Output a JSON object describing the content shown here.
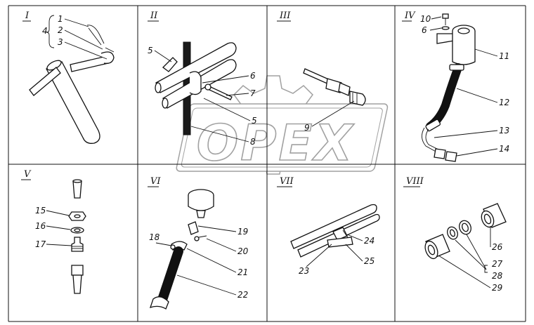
{
  "panels": {
    "p1": {
      "roman": "I",
      "labels": {
        "l1": "1",
        "l2": "2",
        "l3": "3",
        "l4": "4"
      }
    },
    "p2": {
      "roman": "II",
      "labels": {
        "l5a": "5",
        "l6": "6",
        "l7": "7",
        "l5b": "5",
        "l8": "8"
      }
    },
    "p3": {
      "roman": "III",
      "labels": {
        "l9": "9"
      }
    },
    "p4": {
      "roman": "IV",
      "labels": {
        "l10": "10",
        "l6": "6",
        "l11": "11",
        "l12": "12",
        "l13": "13",
        "l14": "14"
      }
    },
    "p5": {
      "roman": "V",
      "labels": {
        "l15": "15",
        "l16": "16",
        "l17": "17"
      }
    },
    "p6": {
      "roman": "VI",
      "labels": {
        "l18": "18",
        "l19": "19",
        "l20": "20",
        "l21": "21",
        "l22": "22"
      }
    },
    "p7": {
      "roman": "VII",
      "labels": {
        "l23": "23",
        "l24": "24",
        "l25": "25"
      }
    },
    "p8": {
      "roman": "VIII",
      "labels": {
        "l26": "26",
        "l27": "27",
        "l28": "28",
        "l29": "29"
      }
    }
  },
  "watermark": {
    "text": "OPEX"
  }
}
